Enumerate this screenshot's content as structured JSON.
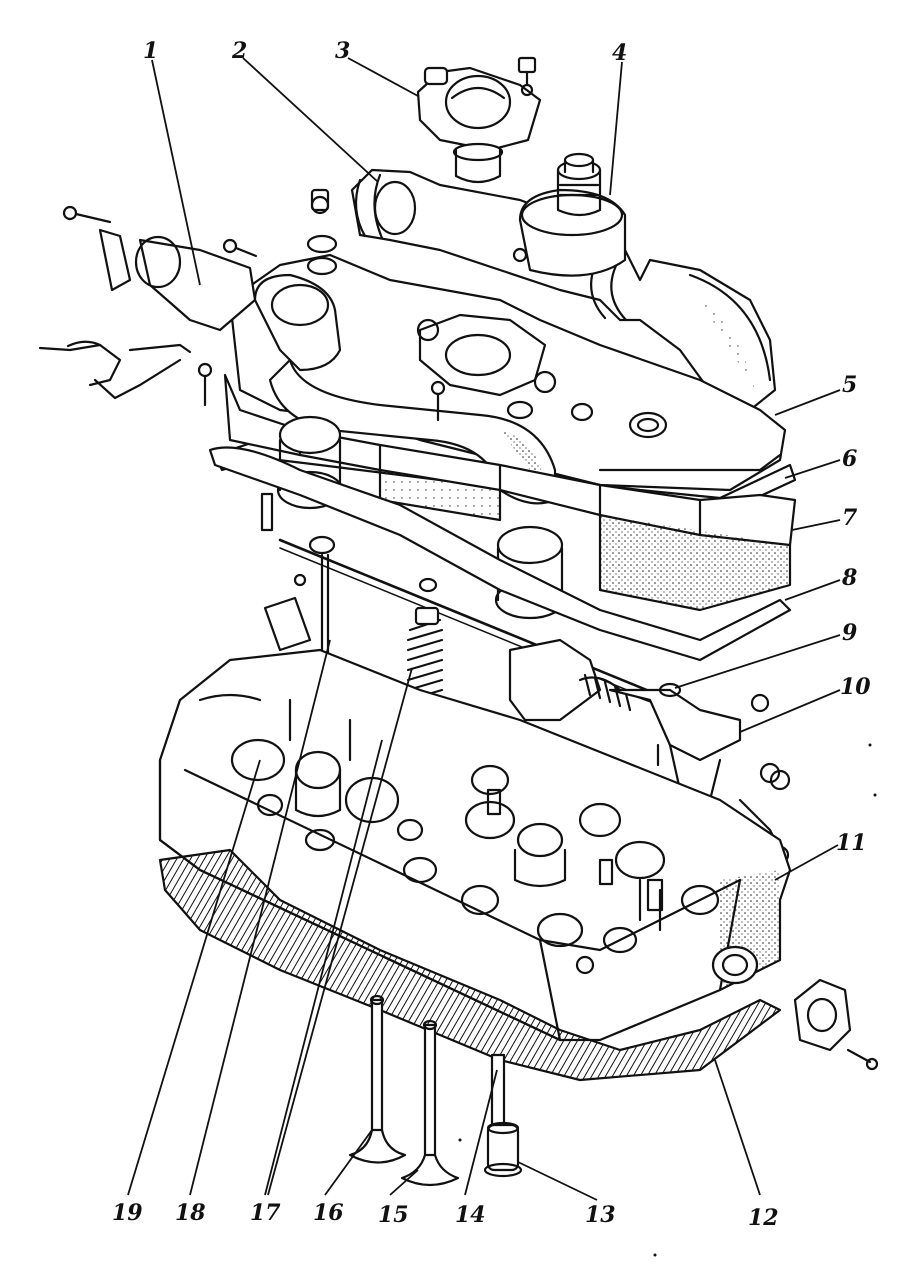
{
  "diagram": {
    "style": "exploded-view line drawing",
    "ink_color": "#111111",
    "background_color": "#ffffff",
    "callouts": [
      {
        "id": "1",
        "label": "1"
      },
      {
        "id": "2",
        "label": "2"
      },
      {
        "id": "3",
        "label": "3"
      },
      {
        "id": "4",
        "label": "4"
      },
      {
        "id": "5",
        "label": "5"
      },
      {
        "id": "6",
        "label": "6"
      },
      {
        "id": "7",
        "label": "7"
      },
      {
        "id": "8",
        "label": "8"
      },
      {
        "id": "9",
        "label": "9"
      },
      {
        "id": "10",
        "label": "10"
      },
      {
        "id": "11",
        "label": "11"
      },
      {
        "id": "12",
        "label": "12"
      },
      {
        "id": "13",
        "label": "13"
      },
      {
        "id": "14",
        "label": "14"
      },
      {
        "id": "15",
        "label": "15"
      },
      {
        "id": "16",
        "label": "16"
      },
      {
        "id": "17",
        "label": "17"
      },
      {
        "id": "18",
        "label": "18"
      },
      {
        "id": "19",
        "label": "19"
      }
    ]
  }
}
